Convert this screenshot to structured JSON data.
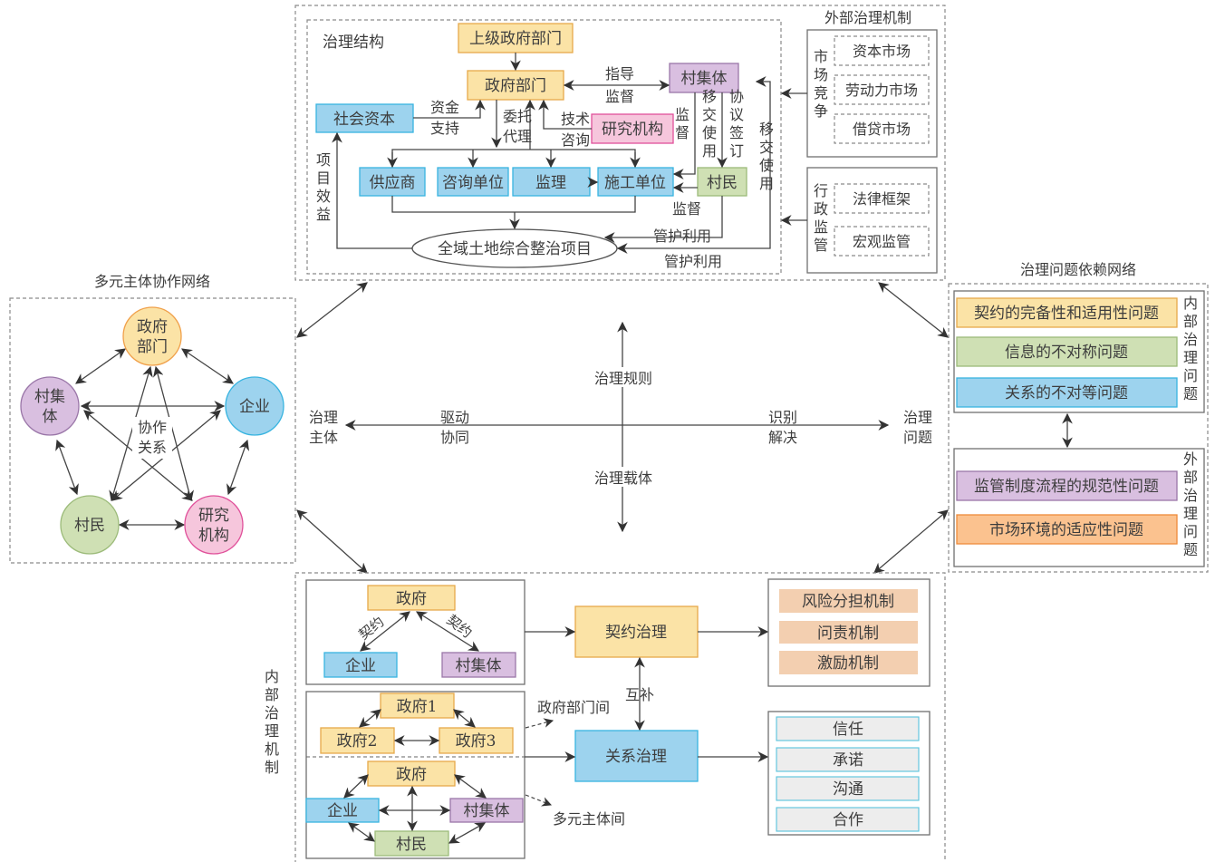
{
  "colors": {
    "yellow_fill": "#fbe3a6",
    "yellow_stroke": "#e6a94a",
    "blue_fill": "#9dd3ee",
    "blue_stroke": "#38b4e0",
    "purple_fill": "#d9bfe0",
    "purple_stroke": "#9a76a8",
    "pink_fill": "#f6c6dc",
    "pink_stroke": "#e0509a",
    "green_fill": "#cfe0b4",
    "green_stroke": "#9cbb7a",
    "orange_fill": "#fbc28f",
    "orange_stroke": "#ef8a3a",
    "peach_fill": "#f3cfb0",
    "gray_fill": "#ededed",
    "gray_stroke": "#58c2dc"
  },
  "structure": {
    "title": "治理结构",
    "upper_gov": "上级政府部门",
    "gov_dept": "政府部门",
    "village_collective": "村集体",
    "social_capital": "社会资本",
    "research_inst": "研究机构",
    "supplier": "供应商",
    "consulting": "咨询单位",
    "supervision": "监理",
    "construction": "施工单位",
    "villagers": "村民",
    "project": "全域土地综合整治项目",
    "labels": {
      "guide_1": "指导",
      "guide_2": "监督",
      "fund_1": "资金",
      "fund_2": "支持",
      "entrust_1": "委托",
      "entrust_2": "代理",
      "tech_1": "技术",
      "tech_2": "咨询",
      "monitor_v": "监督",
      "transfer_v": "移交使用",
      "agreement_v": "协议签订",
      "transfer_right_v": "移交使用",
      "benefit_v": "项目效益",
      "monitor_h": "监督",
      "maintain_1": "管护利用",
      "maintain_2": "管护利用"
    }
  },
  "external": {
    "title": "外部治理机制",
    "market_title": "市场竞争",
    "market_items": [
      "资本市场",
      "劳动力市场",
      "借贷市场"
    ],
    "admin_title": "行政监管",
    "admin_items": [
      "法律框架",
      "宏观监管"
    ]
  },
  "network": {
    "title": "多元主体协作网络",
    "center_label": "协作关系",
    "nodes": {
      "gov": "政府部门",
      "collective": "村集体",
      "enterprise": "企业",
      "villager": "村民",
      "research": "研究机构"
    }
  },
  "center": {
    "top": "治理规则",
    "bottom": "治理载体",
    "left": "治理主体",
    "right": "治理问题",
    "left_mid": "驱动协同",
    "right_mid": "识别解决"
  },
  "problems": {
    "title": "治理问题依赖网络",
    "internal_title": "内部治理问题",
    "internal_items": [
      "契约的完备性和适用性问题",
      "信息的不对称问题",
      "关系的不对等问题"
    ],
    "external_title": "外部治理问题",
    "external_items": [
      "监管制度流程的规范性问题",
      "市场环境的适应性问题"
    ]
  },
  "internal": {
    "title": "内部治理机制",
    "contract_top": "政府",
    "contract_left": "企业",
    "contract_right": "村集体",
    "contract_edge": "契约",
    "gov1": "政府1",
    "gov2": "政府2",
    "gov3": "政府3",
    "inter_gov": "政府部门间",
    "multi_gov": "政府",
    "multi_ent": "企业",
    "multi_col": "村集体",
    "multi_vil": "村民",
    "inter_multi": "多元主体间",
    "contract_gov": "契约治理",
    "relation_gov": "关系治理",
    "complement": "互补",
    "contract_mechs": [
      "风险分担机制",
      "问责机制",
      "激励机制"
    ],
    "relation_mechs": [
      "信任",
      "承诺",
      "沟通",
      "合作"
    ]
  }
}
